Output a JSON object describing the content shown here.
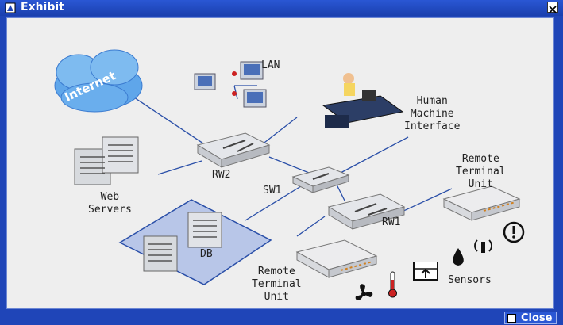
{
  "window": {
    "title": "Exhibit"
  },
  "footer": {
    "close_label": "Close"
  },
  "diagram": {
    "internet": "Internet",
    "lan": "LAN",
    "hmi": "Human\nMachine\nInterface",
    "web_servers": "Web\nServers",
    "rw2": "RW2",
    "sw1": "SW1",
    "rw1": "RW1",
    "db": "DB",
    "rtu_top": "Remote\nTerminal\nUnit",
    "rtu_bottom": "Remote\nTerminal\nUnit",
    "sensors": "Sensors"
  },
  "colors": {
    "title_bar": "#1f45b8",
    "canvas": "#eeeeee",
    "link_line": "#2a4fa8"
  }
}
